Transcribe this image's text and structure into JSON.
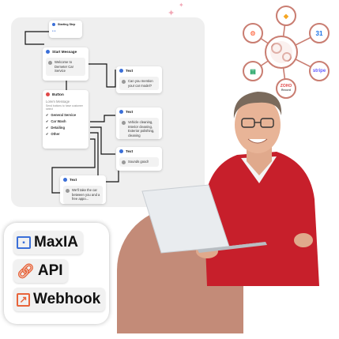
{
  "flow": {
    "starting_step": "Starting Step",
    "start_message": {
      "title": "Start Message",
      "body": "Welcome to Demeter Car Service"
    },
    "button": {
      "title": "Button",
      "line1": "Lorem Message",
      "line2": "Send buttons to have customer select",
      "options": [
        "General Service",
        "Car Wash",
        "Detailing",
        "Other"
      ]
    },
    "text1": {
      "title": "Text",
      "body": "Can you mention your car model?"
    },
    "text2": {
      "title": "Text",
      "body": "Vehicle cleaning, Interior cleaning, Exterior polishing, cleaning"
    },
    "text3": {
      "title": "Text",
      "body": "Sounds good!"
    },
    "text4": {
      "title": "Text",
      "body": "We'll take the car between you and a free appo..."
    }
  },
  "badges": [
    {
      "label": "MaxIA",
      "icon": "monitor-icon",
      "color": "#3b6fd8"
    },
    {
      "label": "API",
      "icon": "link-icon",
      "color": "#e8643a"
    },
    {
      "label": "Webhook",
      "icon": "external-link-icon",
      "color": "#e8643a"
    }
  ],
  "integrations": {
    "center_icon": "gears-icon",
    "nodes": [
      "airtable-icon",
      "google-calendar-icon",
      "stripe-icon",
      "zoho-icon",
      "google-sheets-icon",
      "hubspot-icon",
      "webhook-icon",
      "wix-icon"
    ],
    "labels": {
      "stripe": "stripe",
      "zoho": "ZOHO",
      "zoho_sub": "Record"
    }
  },
  "colors": {
    "canvas": "#efefef",
    "accent": "#3b6fd8",
    "button_red": "#e04848",
    "arch": "#c38b78",
    "ring": "#c97d71"
  }
}
